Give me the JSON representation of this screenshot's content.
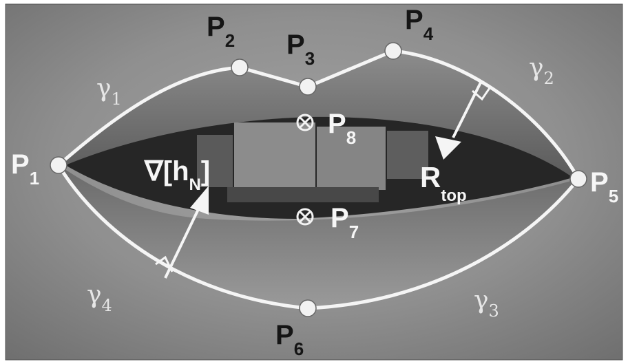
{
  "diagram": {
    "points": {
      "p1": {
        "letter": "P",
        "sub": "1"
      },
      "p2": {
        "letter": "P",
        "sub": "2"
      },
      "p3": {
        "letter": "P",
        "sub": "3"
      },
      "p4": {
        "letter": "P",
        "sub": "4"
      },
      "p5": {
        "letter": "P",
        "sub": "5"
      },
      "p6": {
        "letter": "P",
        "sub": "6"
      },
      "p7": {
        "letter": "P",
        "sub": "7"
      },
      "p8": {
        "letter": "P",
        "sub": "8"
      }
    },
    "curves": {
      "g1": {
        "symbol": "γ",
        "sub": "1"
      },
      "g2": {
        "symbol": "γ",
        "sub": "2"
      },
      "g3": {
        "symbol": "γ",
        "sub": "3"
      },
      "g4": {
        "symbol": "γ",
        "sub": "4"
      }
    },
    "gradient_label": {
      "prefix": "∇[h",
      "sub": "N",
      "suffix": "]"
    },
    "rtop_label": {
      "main": "R",
      "sub": "top"
    },
    "colors": {
      "contour": "#f5f5f5",
      "marker_fill": "#f2f2f2",
      "background_mid": "#8a8a8a",
      "mouth_dark": "#262626"
    }
  }
}
